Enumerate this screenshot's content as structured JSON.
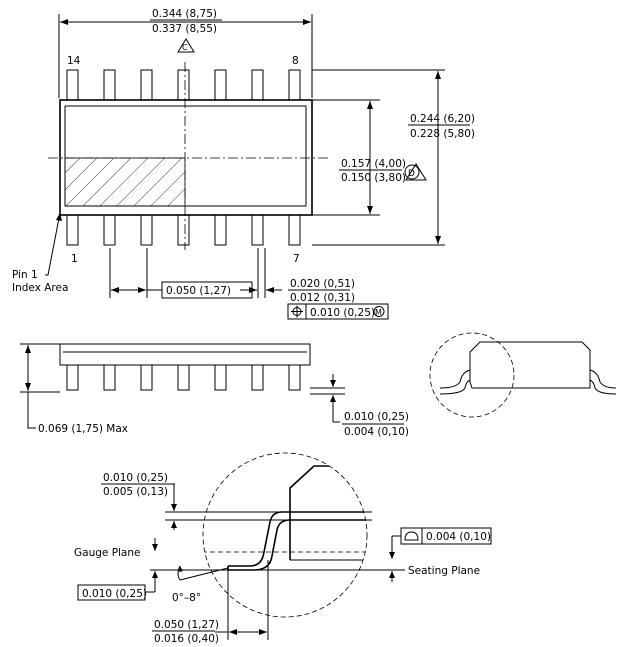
{
  "top_view": {
    "length_max": "0.344 (8,75)",
    "length_min": "0.337 (8,55)",
    "datum_c": "C",
    "pin_14": "14",
    "pin_8": "8",
    "pin_1": "1",
    "pin_7": "7",
    "overall_width_max": "0.244 (6,20)",
    "overall_width_min": "0.228 (5,80)",
    "body_width_max": "0.157 (4,00)",
    "body_width_min": "0.150 (3,80)",
    "datum_d": "D",
    "pin1_label_line1": "Pin 1",
    "pin1_label_line2": "Index Area",
    "pitch": "0.050 (1,27)",
    "lead_width_max": "0.020 (0,51)",
    "lead_width_min": "0.012 (0,31)",
    "position_tolerance": "0.010 (0,25)",
    "modifier_m": "M"
  },
  "side_view": {
    "height_max": "0.069 (1,75) Max",
    "standoff_max": "0.010 (0,25)",
    "standoff_min": "0.004 (0,10)"
  },
  "detail_view": {
    "lead_thickness_max": "0.010 (0,25)",
    "lead_thickness_min": "0.005 (0,13)",
    "gauge_plane": "Gauge Plane",
    "gauge_dim": "0.010 (0,25)",
    "angle": "0°–8°",
    "seating_plane": "Seating Plane",
    "coplanarity": "0.004 (0,10)",
    "foot_length_max": "0.050 (1,27)",
    "foot_length_min": "0.016 (0,40)"
  }
}
